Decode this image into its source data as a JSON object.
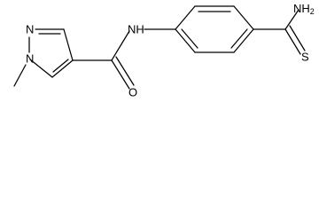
{
  "molecule": {
    "atom_labels": {
      "ring_n1": "N",
      "ring_n2": "N",
      "n_methyl": "",
      "amide_nh": "NH",
      "carbonyl_o": "O",
      "thioamide_nh2": "NH",
      "thioamide_nh2_subscript": "2",
      "thioamide_s": "S"
    }
  },
  "colors": {
    "bond": "#000000",
    "label": "#000000",
    "background": "#ffffff"
  }
}
